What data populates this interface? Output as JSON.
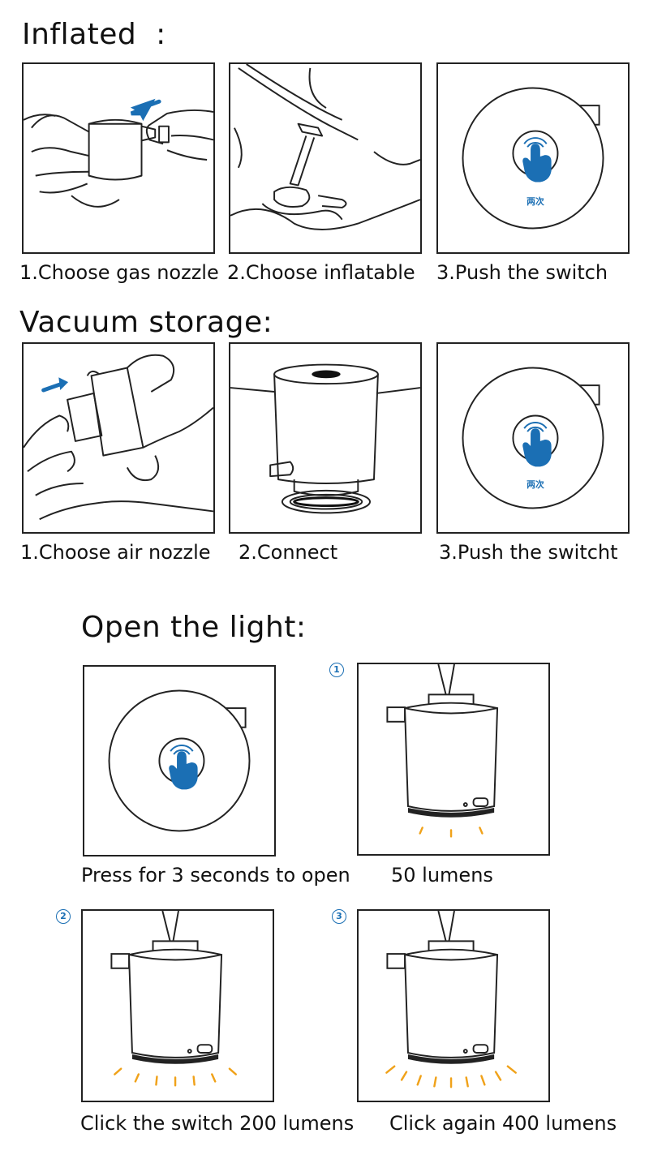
{
  "inflated": {
    "heading": "Inflated  :",
    "captions": [
      "1.Choose gas nozzle",
      "2.Choose inflatable",
      "3.Push the switch"
    ],
    "switch_label": "两次"
  },
  "vacuum": {
    "heading": "Vacuum storage:",
    "captions": [
      "1.Choose air nozzle",
      "2.Connect",
      "3.Push the switcht"
    ],
    "switch_label": "两次"
  },
  "light": {
    "heading": "Open the light:",
    "press_caption": "Press for 3 seconds to open",
    "steps": [
      {
        "marker": "1",
        "caption": "50 lumens"
      },
      {
        "marker": "2",
        "caption": "Click the switch 200 lumens"
      },
      {
        "marker": "3",
        "caption": "Click again 400 lumens"
      }
    ]
  },
  "colors": {
    "accent_blue": "#1b6fb4",
    "light_orange": "#f0a21a",
    "outline": "#222222"
  }
}
